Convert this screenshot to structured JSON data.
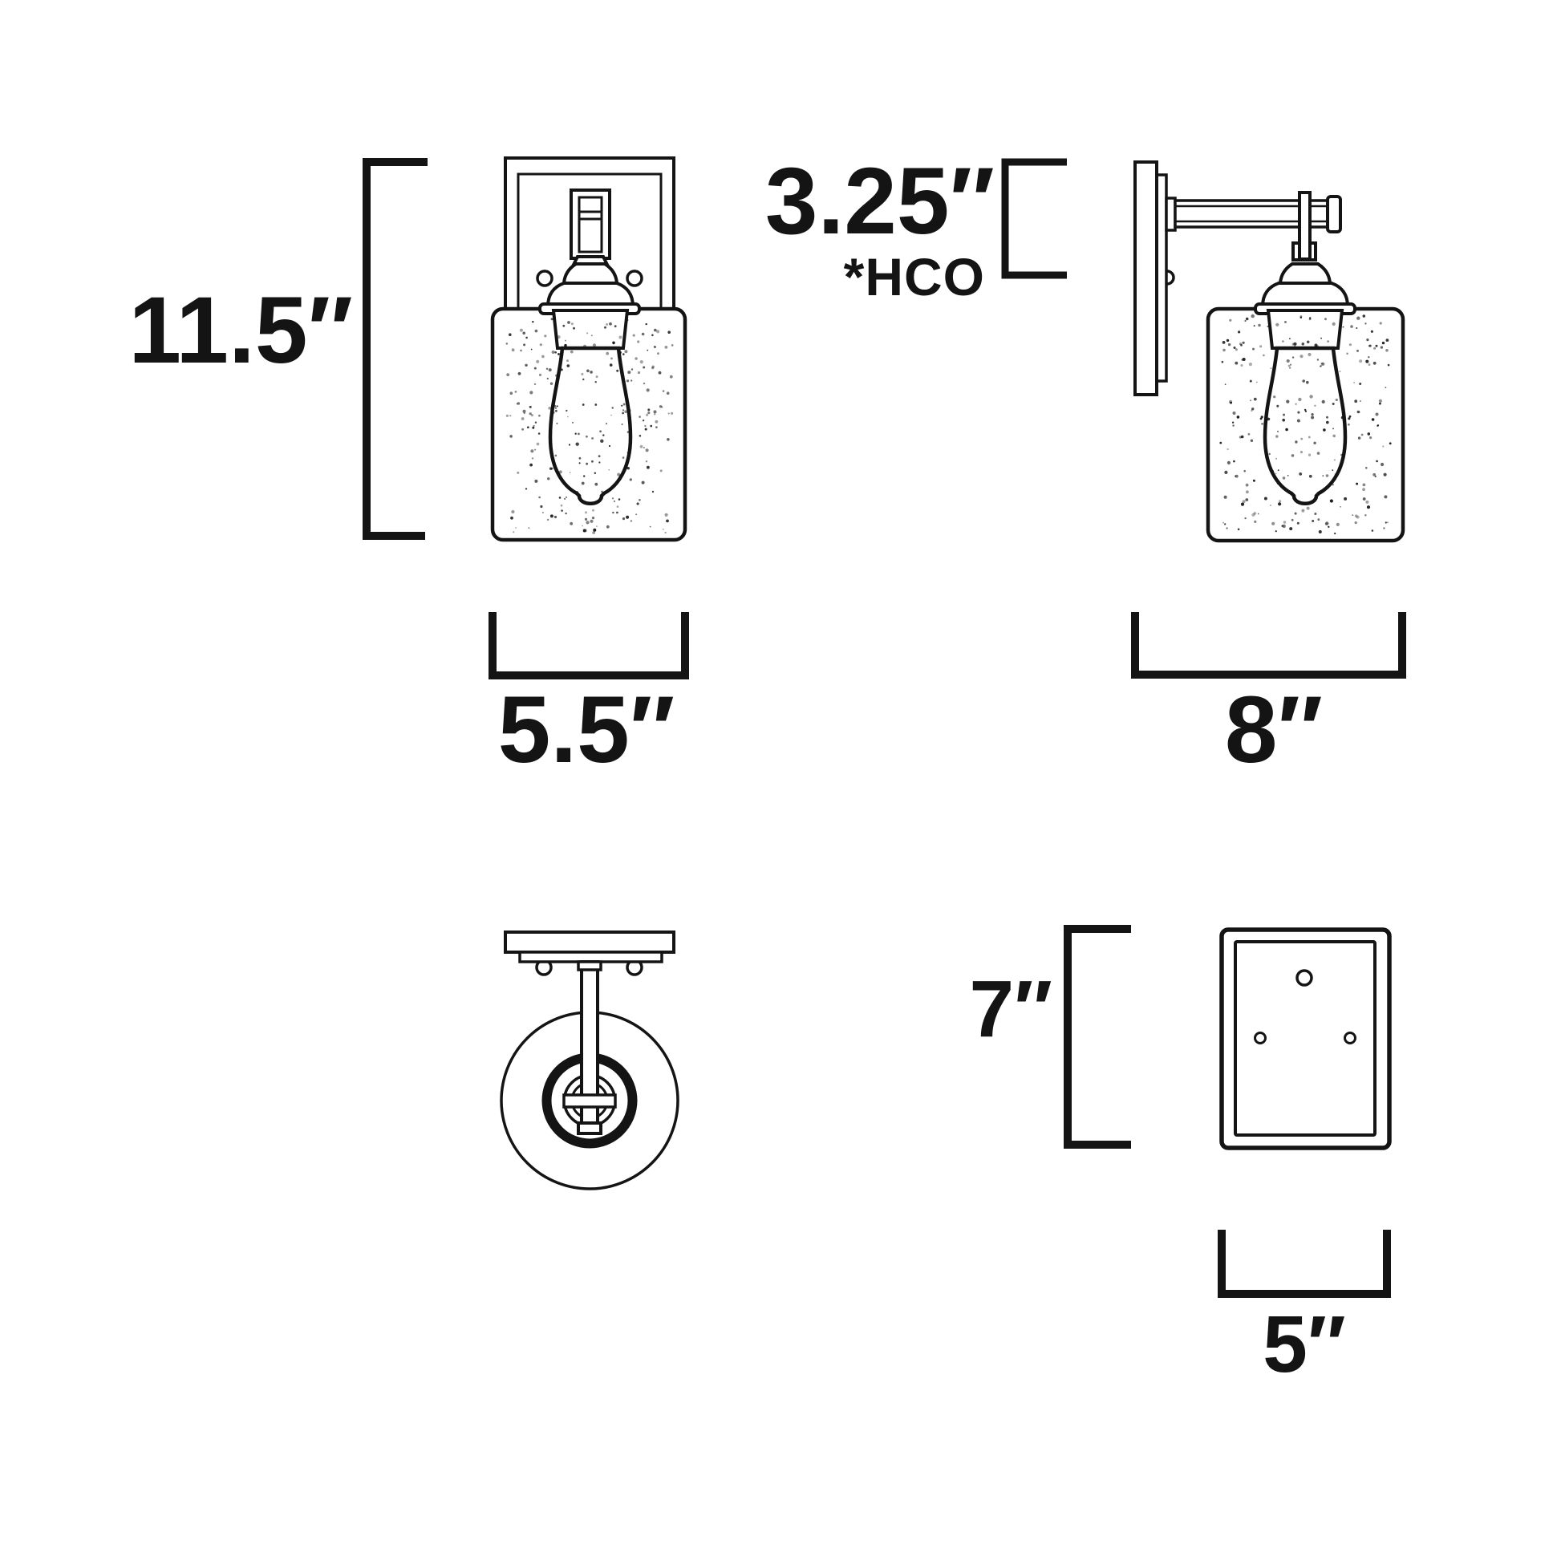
{
  "diagram": {
    "front_view": {
      "height_label": "11.5″",
      "width_label": "5.5″"
    },
    "side_view": {
      "height_label": "3.25″",
      "height_note": "*HCO",
      "width_label": "8″"
    },
    "backplate_view": {
      "height_label": "7″",
      "width_label": "5″"
    },
    "style": {
      "line_color": "#141414",
      "background": "#ffffff"
    }
  }
}
